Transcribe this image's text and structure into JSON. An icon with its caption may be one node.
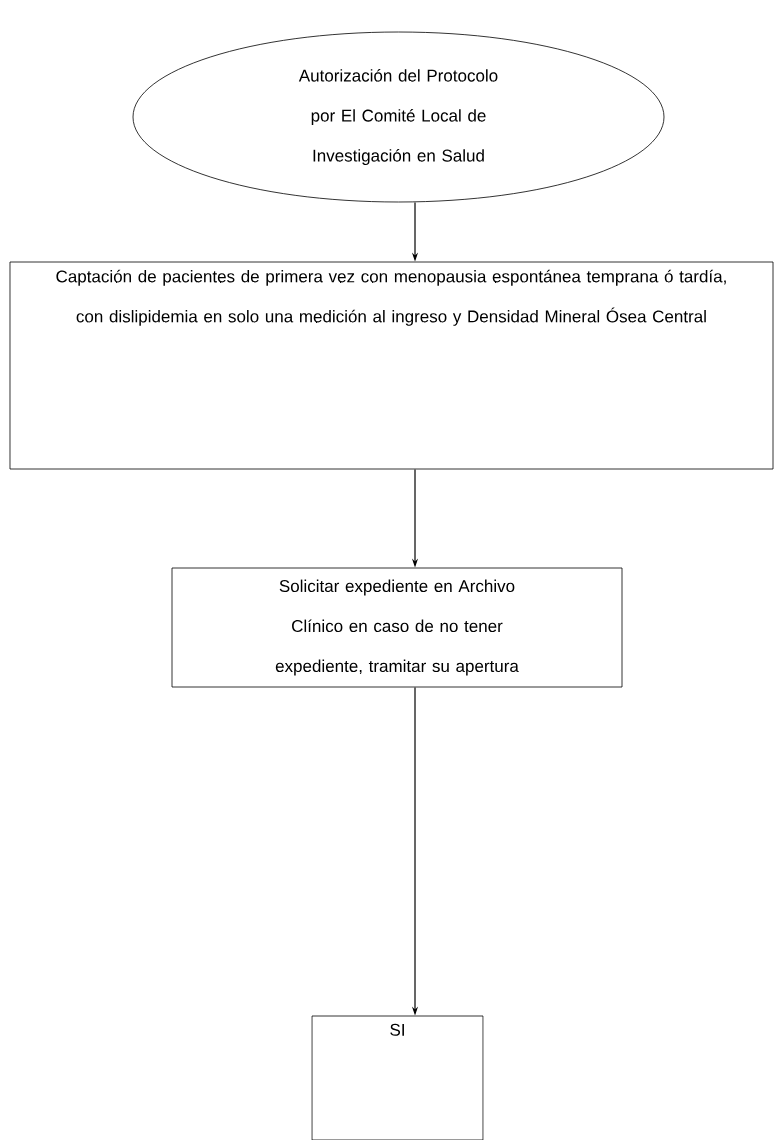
{
  "diagram": {
    "nodes": [
      {
        "text": [
          "Autorización del Protocolo por El Comité Local de Investigación en Salud"
        ]
      },
      {
        "text": [
          "Captación de pacientes de primera vez con menopausia espontánea temprana ó tardía, con dislipidemia en solo una medición al ingreso y Densidad Mineral Ósea Central"
        ]
      },
      {
        "text": [
          "Solicitar expediente en Archivo Clínico en caso de no tener expediente, tramitar su apertura"
        ]
      },
      {
        "text": [
          "SI"
        ]
      }
    ],
    "edges": [
      {
        "from": 0,
        "to": 1,
        "arrow": "to"
      },
      {
        "from": 1,
        "to": 2,
        "arrow": "to"
      },
      {
        "from": 2,
        "to": 3,
        "arrow": "to"
      }
    ]
  }
}
